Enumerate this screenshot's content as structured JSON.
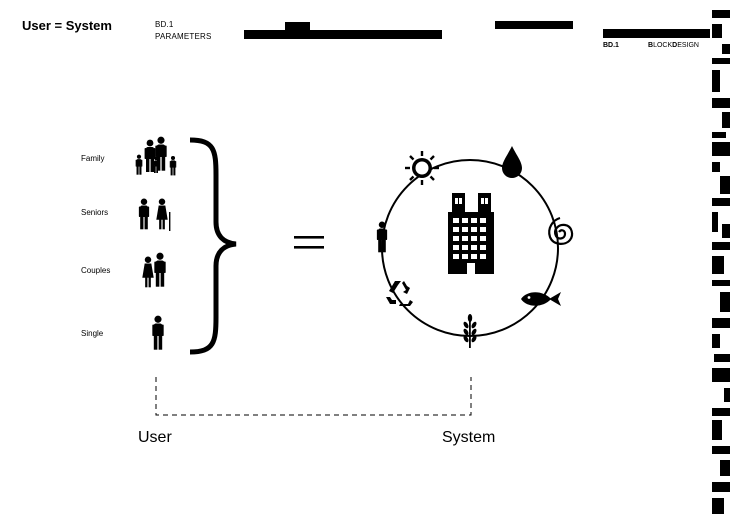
{
  "header": {
    "title": "User = System",
    "code": "BD.1",
    "subtitle": "PARAMETERS",
    "brand_code": "BD.1",
    "brand_name_parts": [
      "B",
      "LOCK",
      "D",
      "ESIGN"
    ]
  },
  "users": {
    "categories": [
      "Family",
      "Seniors",
      "Couples",
      "Single"
    ],
    "caption": "User"
  },
  "system": {
    "caption": "System",
    "cycle_icons": [
      "sun-icon",
      "water-drop-icon",
      "spiral-icon",
      "fish-icon",
      "wheat-icon",
      "recycle-icon",
      "person-icon"
    ],
    "center_icon": "building-icon"
  },
  "equation_symbol": "="
}
